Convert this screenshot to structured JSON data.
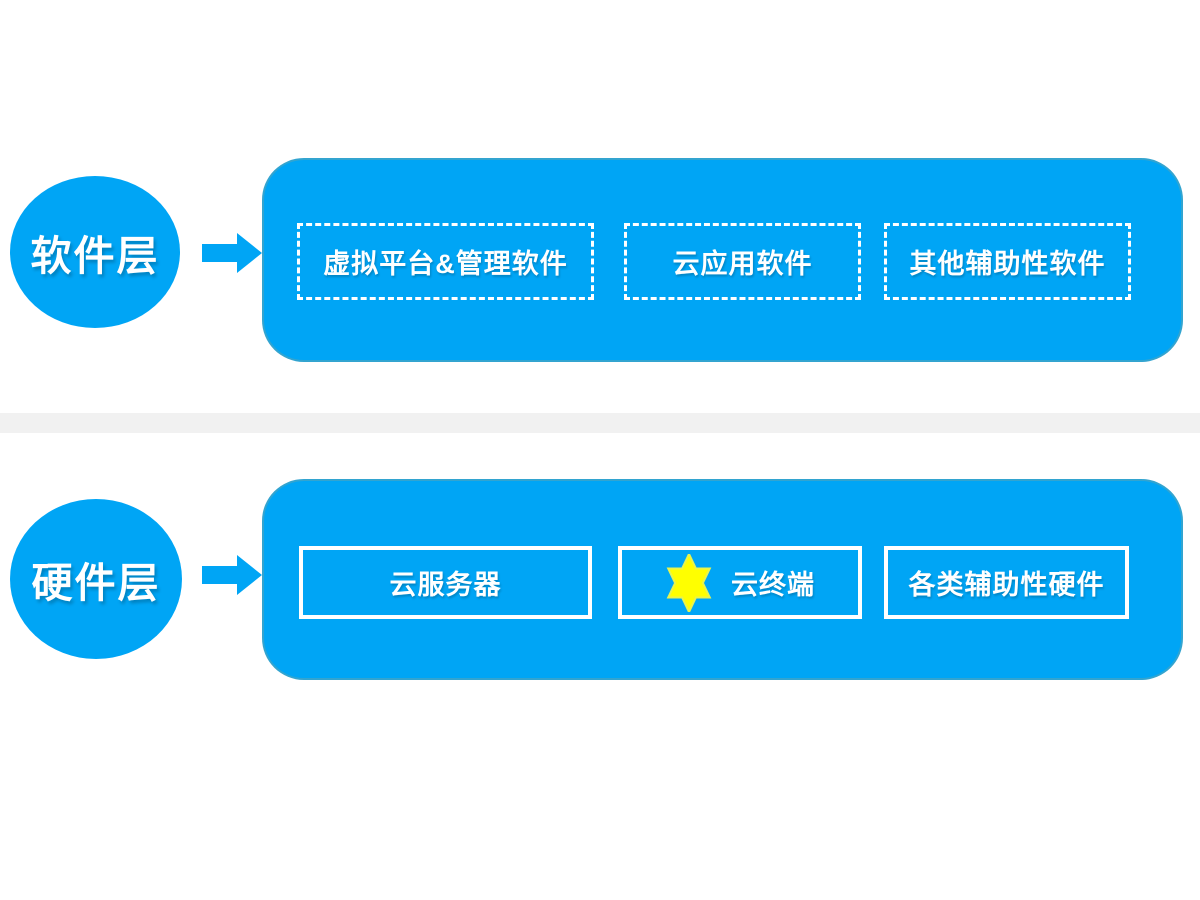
{
  "colors": {
    "primary": "#00a5f5",
    "box_text": "#ffffff",
    "star_fill": "#ffff00",
    "star_stroke": "#e8f44e",
    "divider": "#f1f1f1"
  },
  "layers": [
    {
      "name": "software-layer",
      "circle_label": "软件层",
      "box_style": "dashed",
      "boxes": [
        {
          "label": "虚拟平台&管理软件"
        },
        {
          "label": "云应用软件"
        },
        {
          "label": "其他辅助性软件"
        }
      ]
    },
    {
      "name": "hardware-layer",
      "circle_label": "硬件层",
      "box_style": "solid",
      "boxes": [
        {
          "label": "云服务器"
        },
        {
          "label": "云终端",
          "icon": "star-icon"
        },
        {
          "label": "各类辅助性硬件"
        }
      ]
    }
  ]
}
